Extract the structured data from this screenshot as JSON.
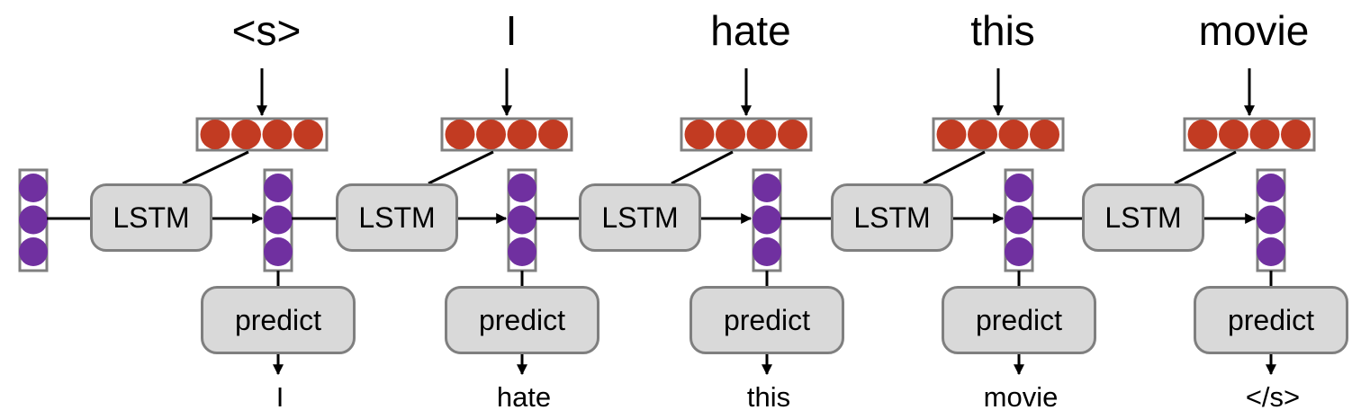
{
  "diagram": {
    "lstm_label": "LSTM",
    "predict_label": "predict",
    "input_words": [
      "<s>",
      "I",
      "hate",
      "this",
      "movie"
    ],
    "output_words": [
      "I",
      "hate",
      "this",
      "movie",
      "</s>"
    ],
    "colors": {
      "embedding_fill": "#c23b22",
      "hidden_fill": "#7030a0",
      "box_fill": "#d9d9d9",
      "box_border": "#7f7f7f",
      "vector_border": "#7f7f7f"
    }
  }
}
